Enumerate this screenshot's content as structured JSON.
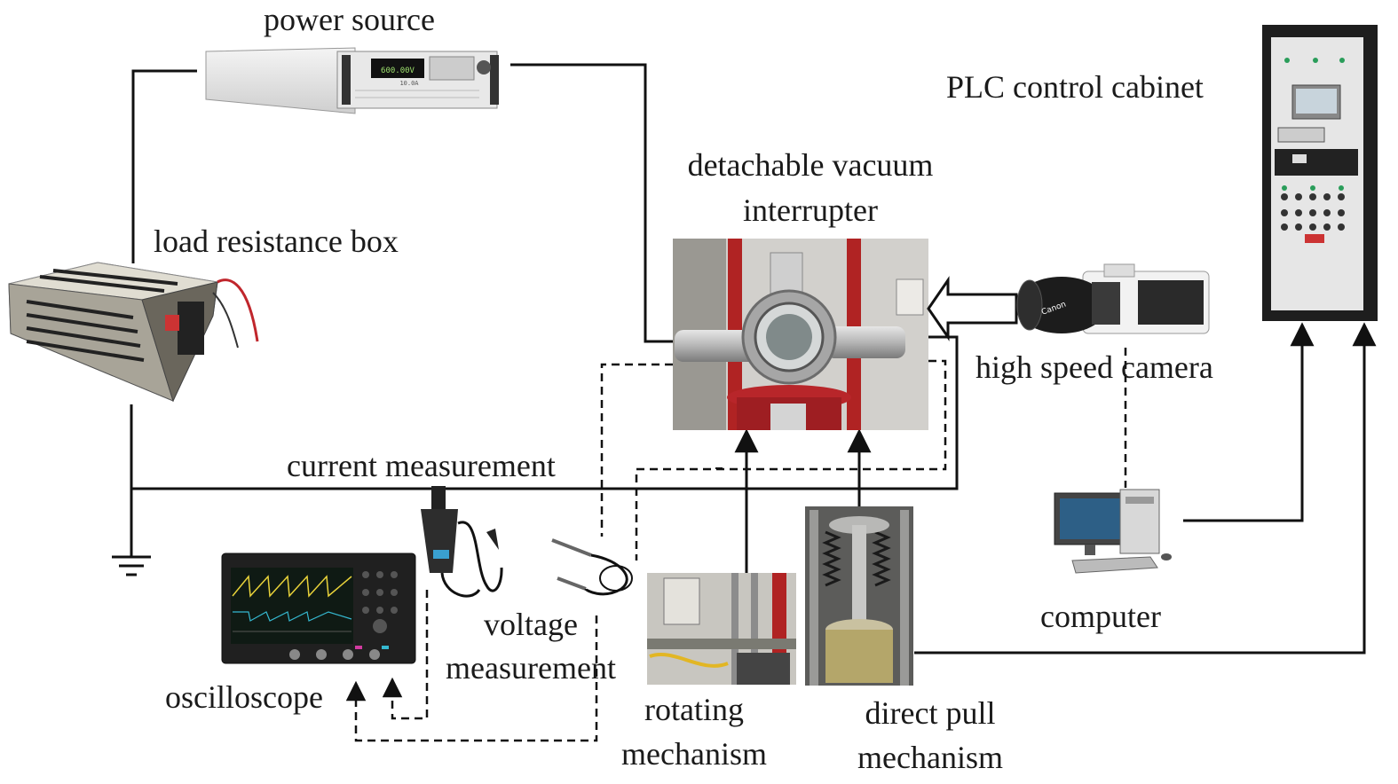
{
  "labels": {
    "power_source": "power source",
    "plc_cabinet": "PLC control cabinet",
    "vacuum_interrupter_line1": "detachable vacuum",
    "vacuum_interrupter_line2": "interrupter",
    "load_resistance_box": "load resistance box",
    "high_speed_camera": "high speed camera",
    "current_measurement": "current measurement",
    "voltage_measurement_line1": "voltage",
    "voltage_measurement_line2": "measurement",
    "computer": "computer",
    "oscilloscope": "oscilloscope",
    "rotating_mechanism_line1": "rotating",
    "rotating_mechanism_line2": "mechanism",
    "direct_pull_line1": "direct pull",
    "direct_pull_line2": "mechanism"
  },
  "device_text": {
    "power_display_voltage": "600.00V",
    "power_display_current": "10.0A",
    "camera_brand": "Canon"
  },
  "colors": {
    "wire": "#111111",
    "paint_red": "#b02323",
    "metal": "#b8b8b8",
    "screen_dark": "#1a1a1a"
  }
}
